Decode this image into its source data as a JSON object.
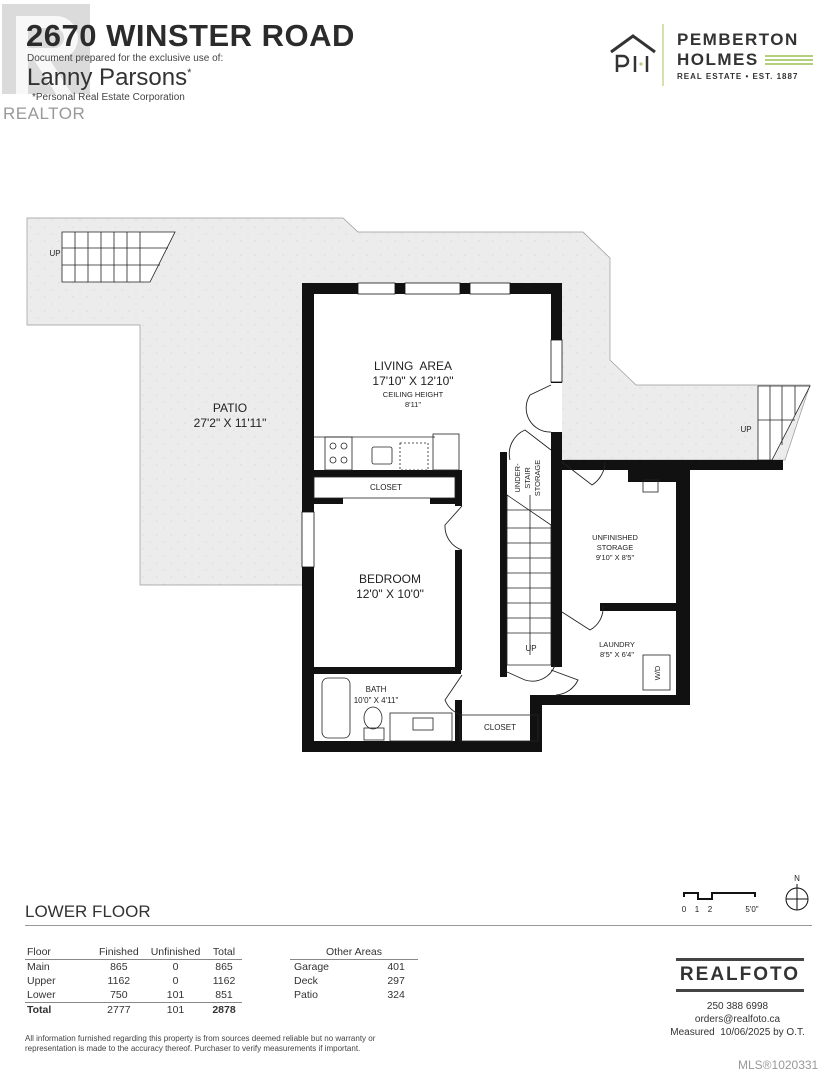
{
  "header": {
    "title": "2670 WINSTER ROAD",
    "prepared_for": "Document prepared for the exclusive use of:",
    "agent_name": "Lanny Parsons",
    "agent_mark": "*",
    "corporation": "*Personal Real Estate Corporation",
    "realtor_watermark": "REALTOR",
    "brokerage": {
      "line1": "PEMBERTON",
      "line2": "HOLMES",
      "tagline": "REAL ESTATE • EST. 1887",
      "monogram": "P|H",
      "accent": "#b5cf7a"
    }
  },
  "floorplan": {
    "rooms": {
      "patio": {
        "name": "PATIO",
        "size": "27'2\" X 11'11\""
      },
      "living": {
        "name": "LIVING  AREA",
        "size": "17'10\" X 12'10\"",
        "ceiling_label": "CEILING HEIGHT",
        "ceiling": "8'11\""
      },
      "closet1": {
        "name": "CLOSET"
      },
      "bedroom": {
        "name": "BEDROOM",
        "size": "12'0\" X 10'0\""
      },
      "bath": {
        "name": "BATH",
        "size": "10'0\" X 4'11\""
      },
      "closet2": {
        "name": "CLOSET"
      },
      "understair": {
        "line1": "UNDER-",
        "line2": "STAIR",
        "line3": "STORAGE"
      },
      "storage": {
        "line1": "UNFINISHED",
        "line2": "STORAGE",
        "size": "9'10\" X 8'5\""
      },
      "laundry": {
        "name": "LAUNDRY",
        "size": "8'5\" X 6'4\""
      },
      "washer_dryer": "W/D"
    },
    "stairs_labels": {
      "patio_stair": "UP",
      "deck_stair": "UP",
      "interior_stair": "UP"
    },
    "scale": {
      "ticks": [
        "0",
        "1",
        "2",
        "5'0\""
      ]
    },
    "north": "N",
    "colors": {
      "wall": "#111111",
      "patio": "#ececec"
    }
  },
  "summary": {
    "floor_name": "LOWER FLOOR",
    "table": {
      "headers": [
        "Floor",
        "Finished",
        "Unfinished",
        "Total"
      ],
      "rows": [
        [
          "Main",
          "865",
          "0",
          "865"
        ],
        [
          "Upper",
          "1162",
          "0",
          "1162"
        ],
        [
          "Lower",
          "750",
          "101",
          "851"
        ]
      ],
      "total": [
        "Total",
        "2777",
        "101",
        "2878"
      ]
    },
    "other_areas": {
      "header": "Other Areas",
      "rows": [
        [
          "Garage",
          "401"
        ],
        [
          "Deck",
          "297"
        ],
        [
          "Patio",
          "324"
        ]
      ]
    },
    "disclaimer": "All information furnished regarding this property is from sources deemed reliable but no warranty or representation is made to the accuracy thereof. Purchaser to verify measurements if important."
  },
  "realfoto": {
    "name": "REALFOTO",
    "phone": "250 388 6998",
    "email": "orders@realfoto.ca",
    "measured": "Measured  10/06/2025 by O.T."
  },
  "mls": "MLS®1020331"
}
